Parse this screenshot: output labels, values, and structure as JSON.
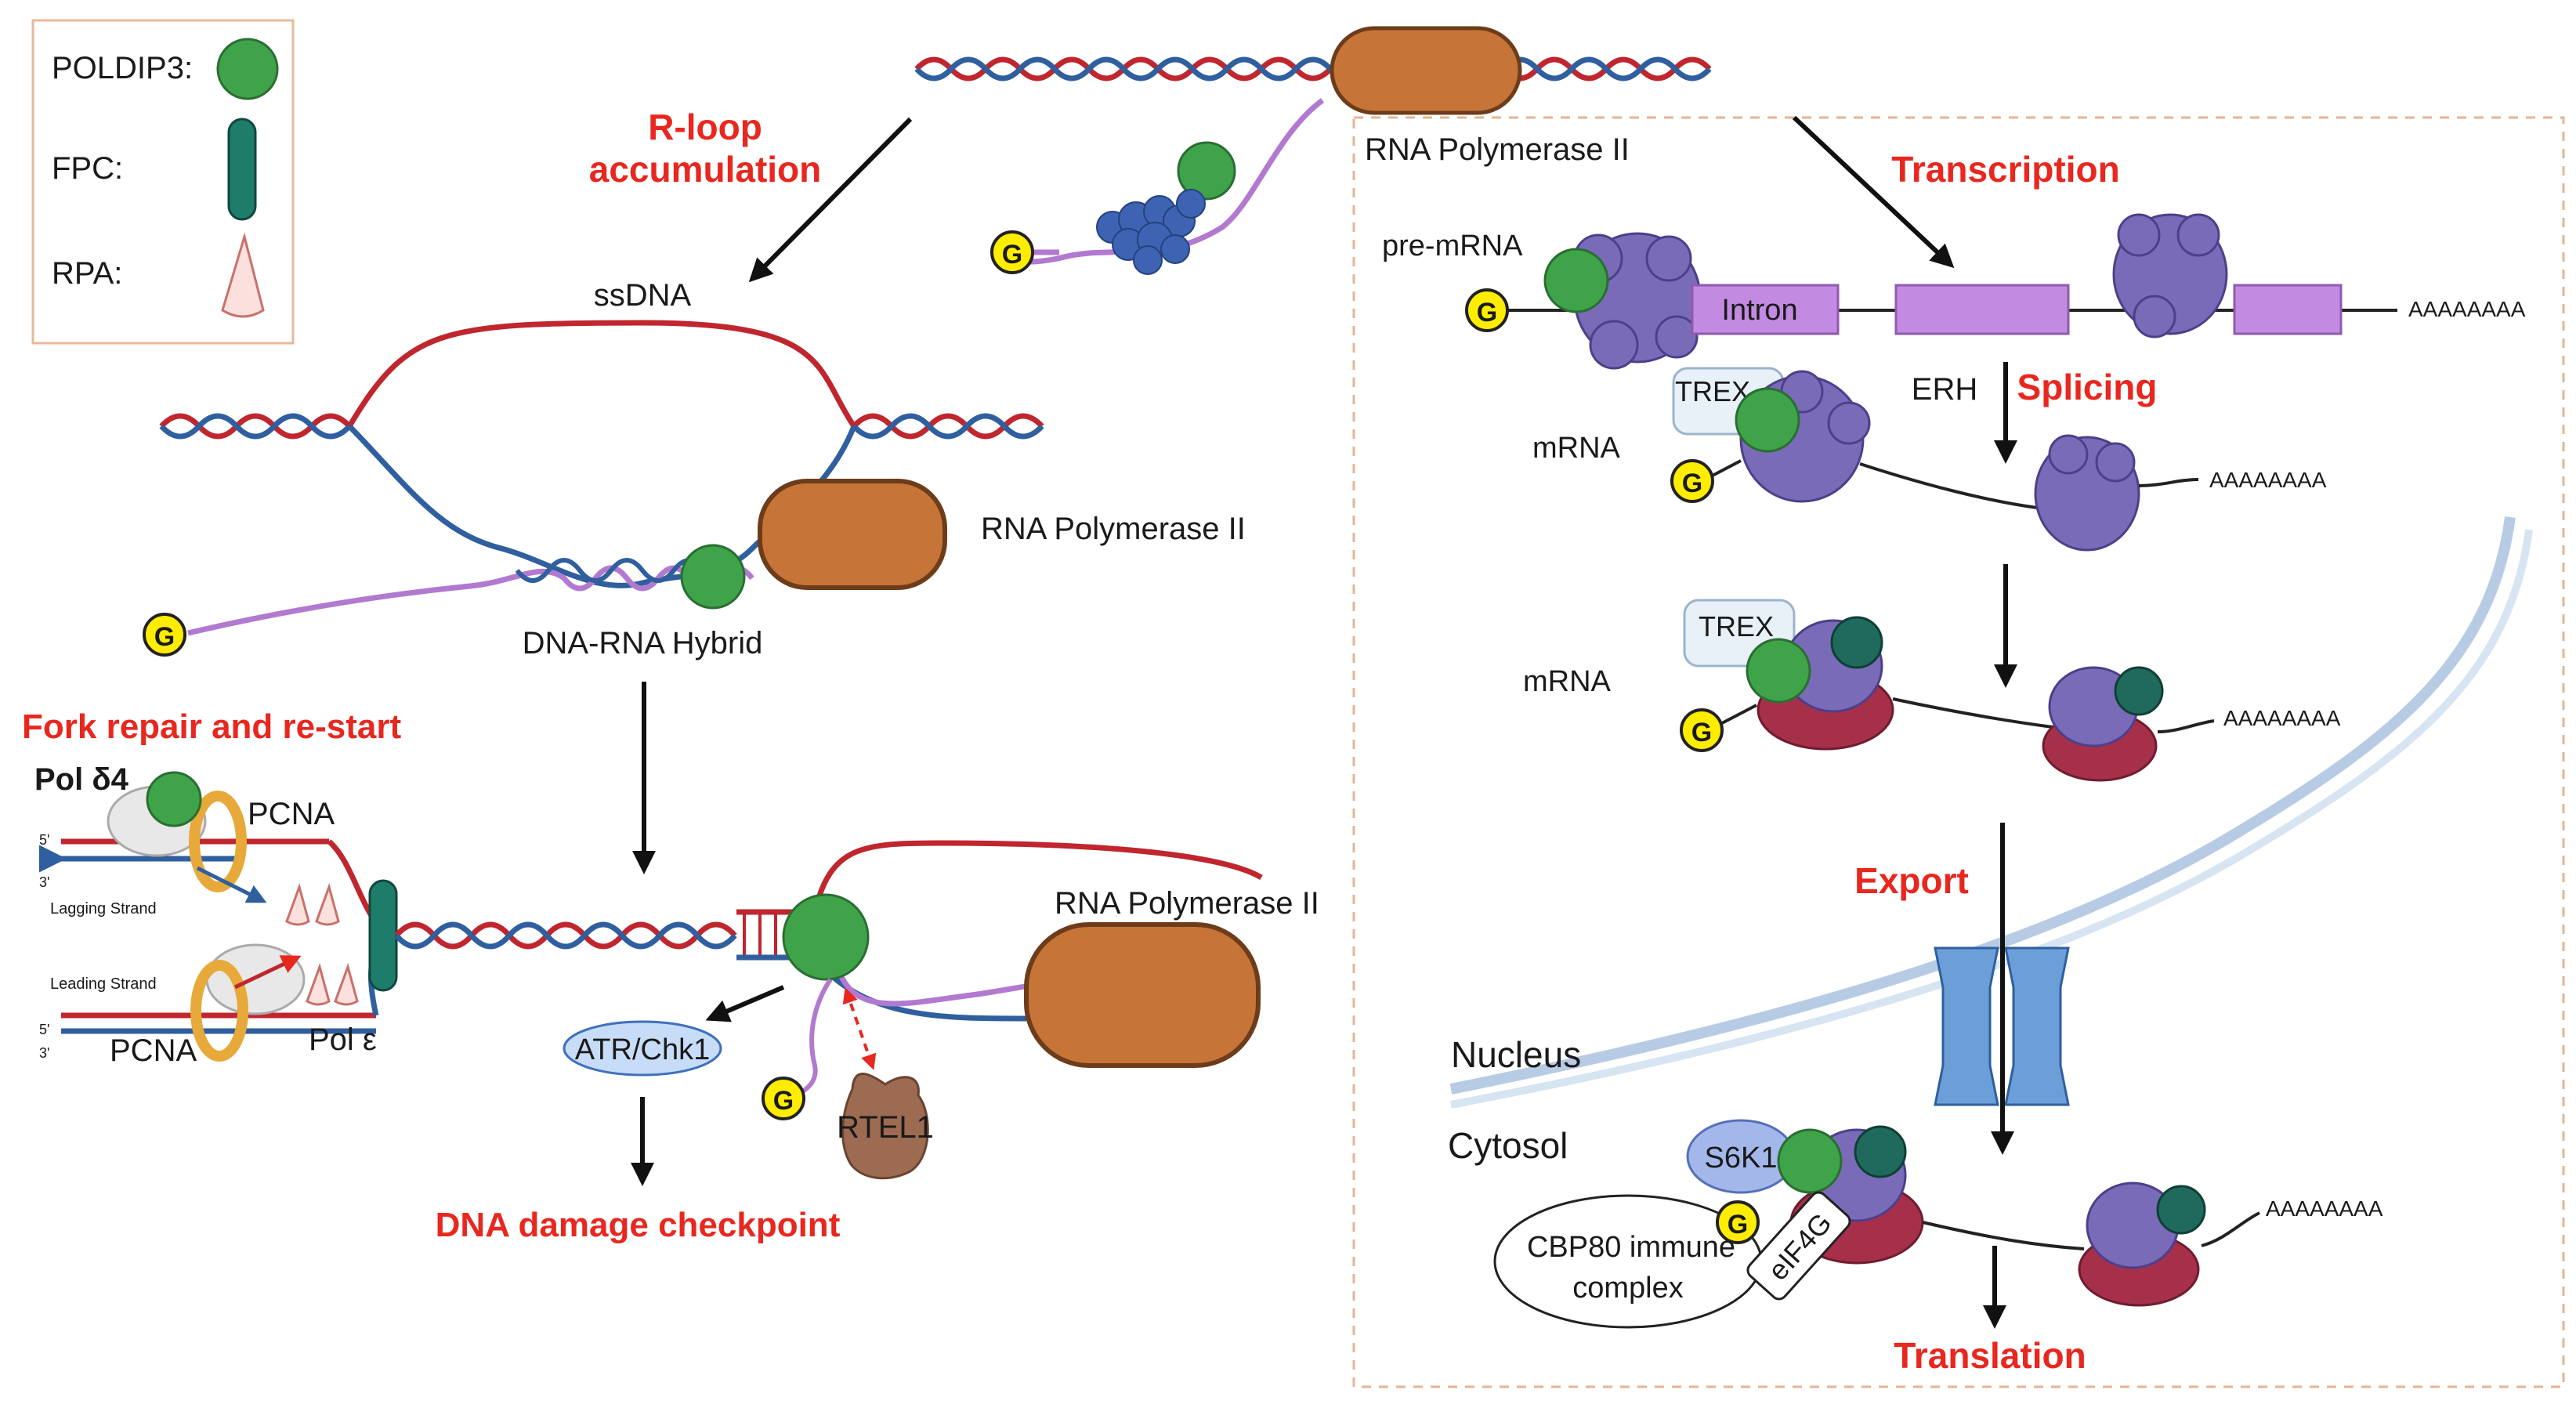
{
  "legend": {
    "items": [
      {
        "label": "POLDIP3:",
        "shape": "green-circle"
      },
      {
        "label": "FPC:",
        "shape": "teal-capsule"
      },
      {
        "label": "RPA:",
        "shape": "pink-cone"
      }
    ]
  },
  "top": {
    "rnapol_label": "RNA Polymerase II"
  },
  "rloop": {
    "title_line1": "R-loop",
    "title_line2": "accumulation",
    "ssdna": "ssDNA",
    "rnapol": "RNA Polymerase II",
    "hybrid": "DNA-RNA Hybrid"
  },
  "fork": {
    "title": "Fork repair and re-start",
    "pold": "Pol δ4",
    "pcna_top": "PCNA",
    "pcna_bottom": "PCNA",
    "pole": "Pol ε",
    "lagging": "Lagging Strand",
    "leading": "Leading Strand",
    "five_prime": "5'",
    "three_prime": "3'",
    "rnapol": "RNA Polymerase II",
    "atr": "ATR/Chk1",
    "rtel": "RTEL1",
    "checkpoint": "DNA damage checkpoint"
  },
  "mrna_panel": {
    "transcription": "Transcription",
    "pre_mrna": "pre-mRNA",
    "intron": "Intron",
    "polya": "AAAAAAAA",
    "trex": "TREX",
    "erh": "ERH",
    "splicing": "Splicing",
    "mrna": "mRNA",
    "export": "Export",
    "nucleus": "Nucleus",
    "cytosol": "Cytosol",
    "s6k1": "S6K1",
    "cbp80_line1": "CBP80 immune",
    "cbp80_line2": "complex",
    "eif4g": "eIF4G",
    "translation": "Translation"
  },
  "cap_letter": "G",
  "colors": {
    "poldip3": "#3fa34a",
    "dna_red": "#c0262e",
    "dna_blue": "#2f5f9e",
    "rna_purple": "#b17ad0",
    "polymerase": "#c67438",
    "emphasis_text": "#e8271f"
  }
}
